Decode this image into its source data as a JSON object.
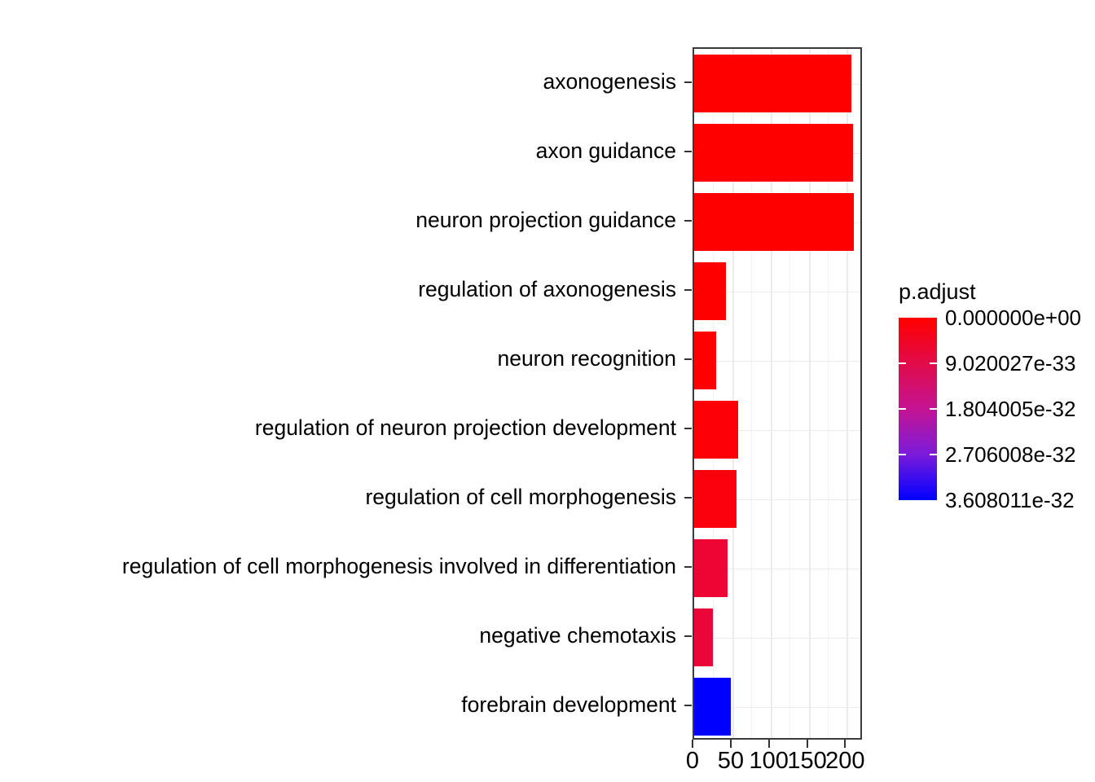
{
  "chart_data": {
    "type": "bar",
    "orientation": "horizontal",
    "title": "",
    "xlabel": "",
    "ylabel": "",
    "categories": [
      "axonogenesis",
      "axon guidance",
      "neuron projection guidance",
      "regulation of axonogenesis",
      "neuron recognition",
      "regulation of neuron projection development",
      "regulation of cell morphogenesis",
      "regulation of cell morphogenesis involved in differentiation",
      "negative chemotaxis",
      "forebrain development"
    ],
    "values": [
      206,
      208,
      209,
      42,
      29,
      58,
      55,
      44,
      25,
      48
    ],
    "bar_colors": [
      "#FF0000",
      "#FF0000",
      "#FF0000",
      "#FF0000",
      "#FF0000",
      "#FD0007",
      "#FB000D",
      "#ED0533",
      "#EB0639",
      "#0000FF"
    ],
    "xlim": [
      0,
      222
    ],
    "xticks": [
      0,
      50,
      100,
      150,
      200
    ],
    "xtick_labels": [
      "0",
      "50",
      "100",
      "150",
      "200"
    ],
    "x_minor_ticks": [
      25,
      75,
      125,
      175
    ],
    "grid": true,
    "legend_position": "right",
    "colorbar": {
      "title": "p.adjust",
      "labels": [
        "0.000000e+00",
        "9.020027e-33",
        "1.804005e-32",
        "2.706008e-32",
        "3.608011e-32"
      ],
      "values": [
        0,
        9.020027e-33,
        1.804005e-32,
        2.706008e-32,
        3.608011e-32
      ],
      "color_high": "#FF0000",
      "color_low": "#0000FF",
      "gradient_stops": [
        "#FF0000",
        "#E10B49",
        "#C41492",
        "#7B1BDA",
        "#0000FF"
      ]
    }
  },
  "colors": {
    "panel_border": "#3b3b3b",
    "gridline": "#ebebeb",
    "background": "#ffffff",
    "axis_text": "#000000"
  }
}
